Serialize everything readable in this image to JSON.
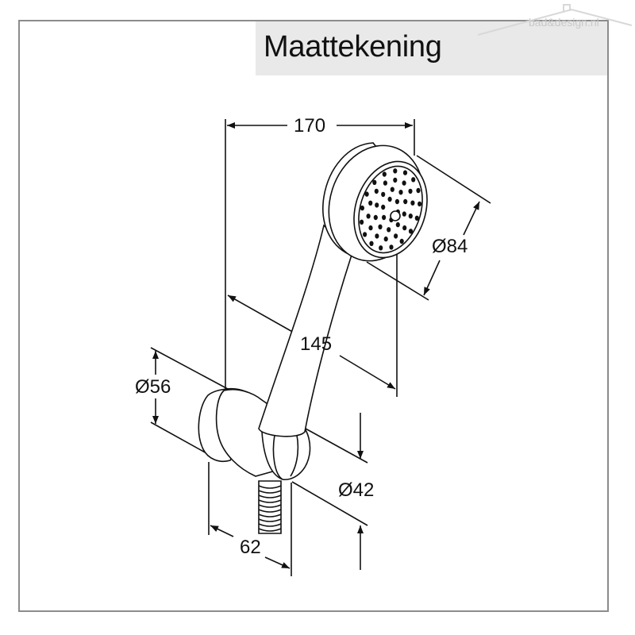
{
  "header": {
    "title": "Maattekening"
  },
  "watermark": {
    "text": "bad&design.nl",
    "logo_icon": "house-roof-icon"
  },
  "dimensions": {
    "overall_width": "170",
    "head_diameter": "Ø84",
    "handle_length": "145",
    "holder_diameter": "Ø56",
    "hose_diameter": "Ø42",
    "holder_depth": "62"
  },
  "colors": {
    "line": "#111111",
    "frame": "#8c8c8c",
    "header_band": "#e9e9e9",
    "watermark": "#c9c9c9"
  }
}
